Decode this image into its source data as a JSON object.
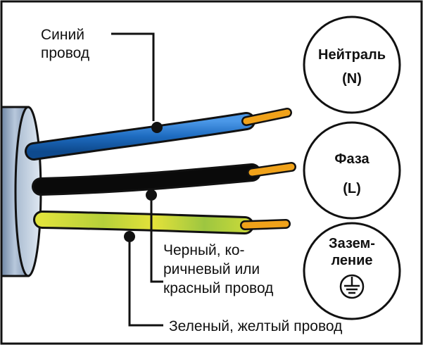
{
  "labels": {
    "blue_wire_line1": "Синий",
    "blue_wire_line2": "провод",
    "black_wire_line1": "Черный, ко-",
    "black_wire_line2": "ричневый или",
    "black_wire_line3": "красный провод",
    "green_wire": "Зеленый, желтый провод"
  },
  "terminals": {
    "neutral_line1": "Нейтраль",
    "neutral_line2": "(N)",
    "phase_line1": "Фаза",
    "phase_line2": "(L)",
    "ground_line1": "Зазем-",
    "ground_line2": "ление"
  },
  "colors": {
    "blue_wire": "#1f6fc4",
    "black_wire": "#0a0a0a",
    "green_wire": "#c8d63a",
    "copper": "#f0a21a",
    "cable_sheath": "#9fb3cc",
    "frame": "#111111"
  },
  "icons": {
    "ground": "ground-symbol-icon"
  }
}
